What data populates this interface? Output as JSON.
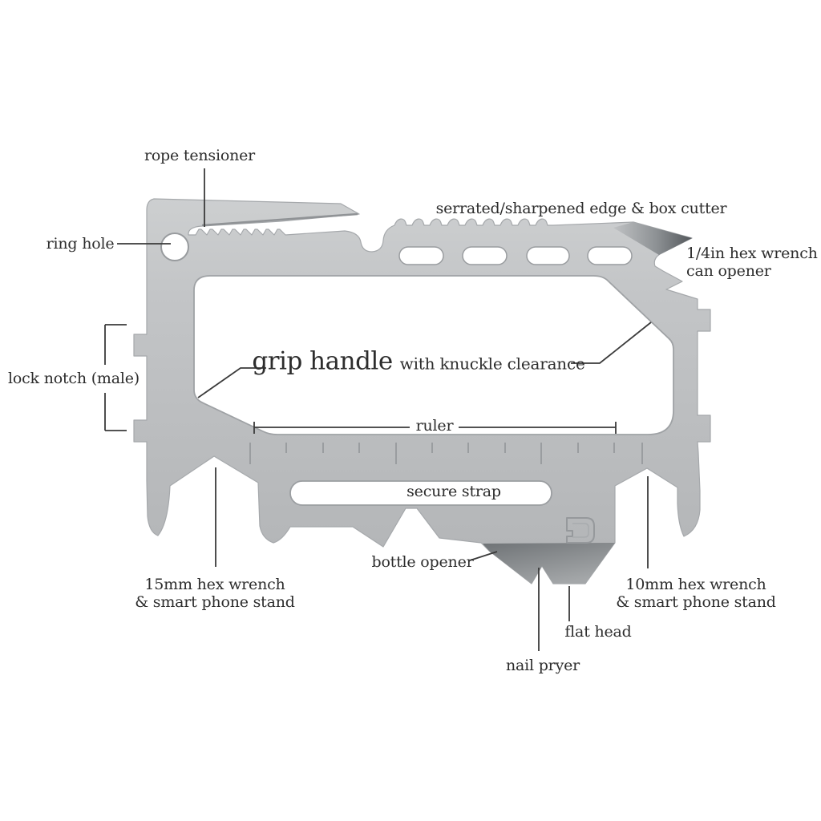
{
  "diagram": {
    "subject": "multi-tool card feature diagram",
    "labels": {
      "rope_tensioner": "rope tensioner",
      "ring_hole": "ring hole",
      "serrated_edge": "serrated/sharpened edge & box cutter",
      "quarter_hex": {
        "line1": "1/4in hex wrench",
        "line2": "can opener"
      },
      "lock_notch": "lock notch (male)",
      "grip_handle": {
        "main": "grip handle",
        "suffix": "with knuckle clearance"
      },
      "ruler": "ruler",
      "secure_strap": "secure strap",
      "bottle_opener": "bottle opener",
      "hex15": {
        "line1": "15mm hex wrench",
        "line2": "& smart phone stand"
      },
      "hex10": {
        "line1": "10mm hex wrench",
        "line2": "& smart phone stand"
      },
      "flat_head": "flat head",
      "nail_pryer": "nail pryer"
    },
    "logo": {
      "letter": "D"
    },
    "colors": {
      "background": "#ffffff",
      "body_light": "#cccecf",
      "body_mid": "#bdbfc1",
      "body_dark": "#b1b3b5",
      "bevel_dark": "#75797c",
      "tip_dark": "#55595d",
      "edge_line": "#a2a5a8",
      "engraving": "#9da0a3",
      "label_text": "#2d2d2d",
      "leader_line": "#3a3a3a"
    }
  }
}
